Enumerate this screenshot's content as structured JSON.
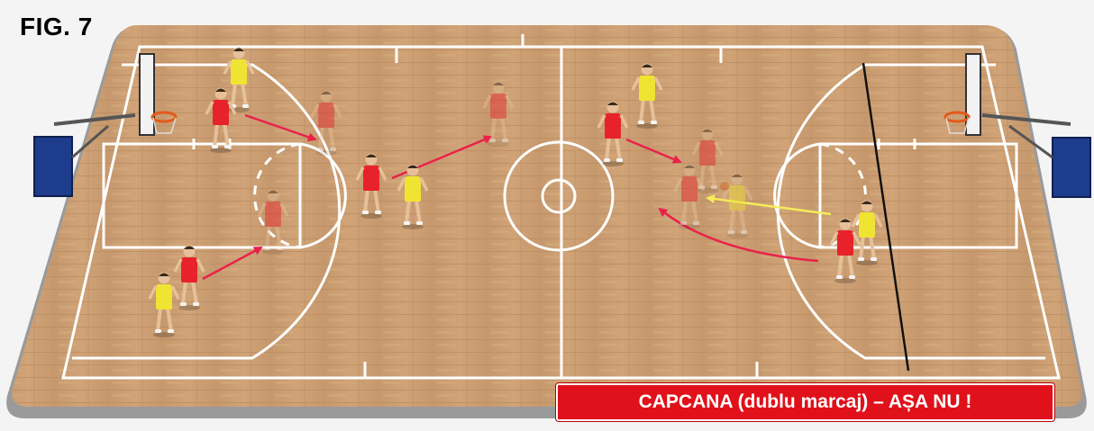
{
  "figure": {
    "label": "FIG. 7",
    "caption": "CAPCANA (dublu marcaj) – AȘA NU !"
  },
  "colors": {
    "court_wood": "#c89a6c",
    "court_border": "#d8b48c",
    "court_lines": "#ffffff",
    "background": "#f4f4f4",
    "attacker_yellow": "#f0e432",
    "defender_red": "#e8222a",
    "movement_arrow": "#e8224a",
    "pass_arrow": "#f4ec5a",
    "caption_bg": "#e0111a",
    "stanchion_blue": "#1e3c8c"
  },
  "players": [
    {
      "id": "yellow-1",
      "team": "yellow",
      "role": "attacker",
      "faded": false
    },
    {
      "id": "yellow-2",
      "team": "yellow",
      "role": "attacker",
      "faded": false
    },
    {
      "id": "yellow-3",
      "team": "yellow",
      "role": "attacker",
      "faded": false
    },
    {
      "id": "yellow-4",
      "team": "yellow",
      "role": "attacker",
      "faded": false
    },
    {
      "id": "yellow-5",
      "team": "yellow",
      "role": "ball-handler",
      "faded": true
    },
    {
      "id": "yellow-6",
      "team": "yellow",
      "role": "attacker",
      "faded": false
    },
    {
      "id": "red-1",
      "team": "red",
      "role": "defender",
      "faded": false
    },
    {
      "id": "red-2",
      "team": "red",
      "role": "defender",
      "faded": false
    },
    {
      "id": "red-3",
      "team": "red",
      "role": "defender",
      "faded": false
    },
    {
      "id": "red-4",
      "team": "red",
      "role": "defender",
      "faded": false
    },
    {
      "id": "red-5",
      "team": "red",
      "role": "defender",
      "faded": false
    },
    {
      "id": "red-6",
      "team": "red",
      "role": "defender-ghost",
      "faded": true
    },
    {
      "id": "red-7",
      "team": "red",
      "role": "defender-ghost",
      "faded": true
    },
    {
      "id": "red-8",
      "team": "red",
      "role": "defender-ghost",
      "faded": true
    },
    {
      "id": "red-9",
      "team": "red",
      "role": "defender-ghost",
      "faded": true
    },
    {
      "id": "red-10",
      "team": "red",
      "role": "defender-ghost",
      "faded": true
    }
  ]
}
